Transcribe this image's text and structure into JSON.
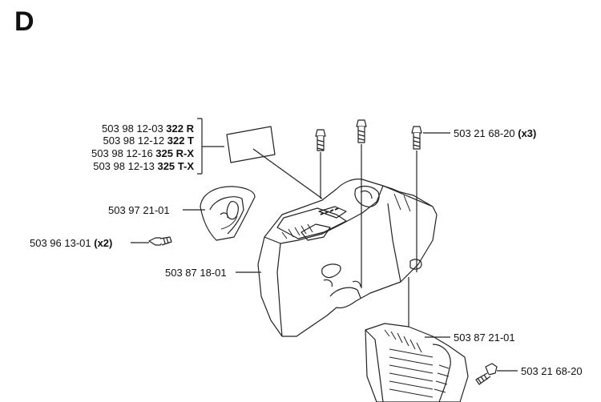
{
  "section": {
    "letter": "D"
  },
  "labels": {
    "decal_group": [
      {
        "part": "503 98 12-03",
        "model": "322 R"
      },
      {
        "part": "503 98 12-12",
        "model": "322 T"
      },
      {
        "part": "503 98 12-16",
        "model": "325 R-X"
      },
      {
        "part": "503 98 12-13",
        "model": "325 T-X"
      }
    ],
    "air_filter_cover": "503 97 21-01",
    "screw_small": {
      "part": "503 96 13-01",
      "qty": "(x2)"
    },
    "engine_cover": "503 87 18-01",
    "screw_top": {
      "part": "503 21 68-20",
      "qty": "(x3)"
    },
    "cylinder_cover": "503 87 21-01",
    "screw_bottom": "503 21 68-20"
  }
}
